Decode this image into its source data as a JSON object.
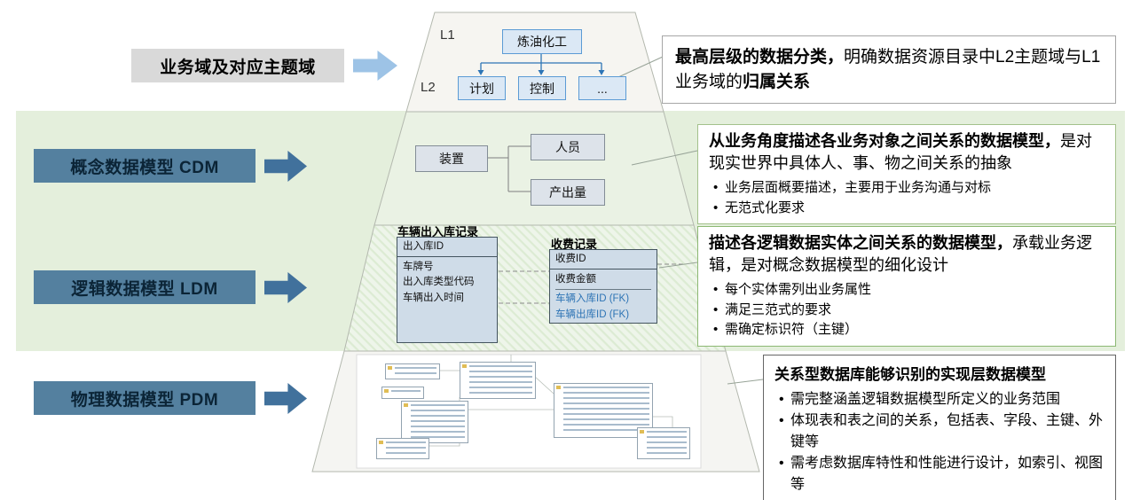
{
  "labels": {
    "domain": "业务域及对应主题域",
    "cdm": "概念数据模型 CDM",
    "ldm": "逻辑数据模型 LDM",
    "pdm": "物理数据模型 PDM"
  },
  "pyramid": {
    "l1_label": "L1",
    "l2_label": "L2",
    "l1_box": "炼油化工",
    "l2_boxes": [
      "计划",
      "控制",
      "..."
    ],
    "cdm_entities": [
      "装置",
      "人员",
      "产出量"
    ],
    "ldm_table1": {
      "title": "车辆出入库记录",
      "key": "出入库ID",
      "fields": [
        "车牌号",
        "出入库类型代码",
        "车辆出入时间"
      ]
    },
    "ldm_table2": {
      "title": "收费记录",
      "key": "收费ID",
      "field": "收费金额",
      "fk_fields": [
        "车辆入库ID (FK)",
        "车辆出库ID (FK)"
      ]
    }
  },
  "notes": {
    "domain": {
      "bold1": "最高层级的数据分类，",
      "regular": "明确数据资源目录中L2主题域与L1业务域的",
      "bold2": "归属关系"
    },
    "cdm": {
      "bold": "从业务角度描述各业务对象之间关系的数据模型，",
      "regular": "是对现实世界中具体人、事、物之间关系的抽象",
      "bullets": [
        "业务层面概要描述，主要用于业务沟通与对标",
        "无范式化要求"
      ]
    },
    "ldm": {
      "bold": "描述各逻辑数据实体之间关系的数据模型，",
      "regular": "承载业务逻辑，是对概念数据模型的细化设计",
      "bullets": [
        "每个实体需列出业务属性",
        "满足三范式的要求",
        "需确定标识符（主键）"
      ]
    },
    "pdm": {
      "bold": "关系型数据库能够识别的实现层数据模型",
      "bullets": [
        "需完整涵盖逻辑数据模型所定义的业务范围",
        "体现表和表之间的关系，包括表、字段、主键、外键等",
        "需考虑数据库特性和性能进行设计，如索引、视图等"
      ]
    }
  },
  "colors": {
    "band_green": "#e4efdc",
    "label_blue": "#54809f",
    "arrow_light_blue": "#9dc3e6",
    "arrow_dark_blue": "#41719c",
    "l1_box_border": "#5b9bd5",
    "fk_text": "#2e74b5",
    "note_green_border": "#8cb873"
  }
}
